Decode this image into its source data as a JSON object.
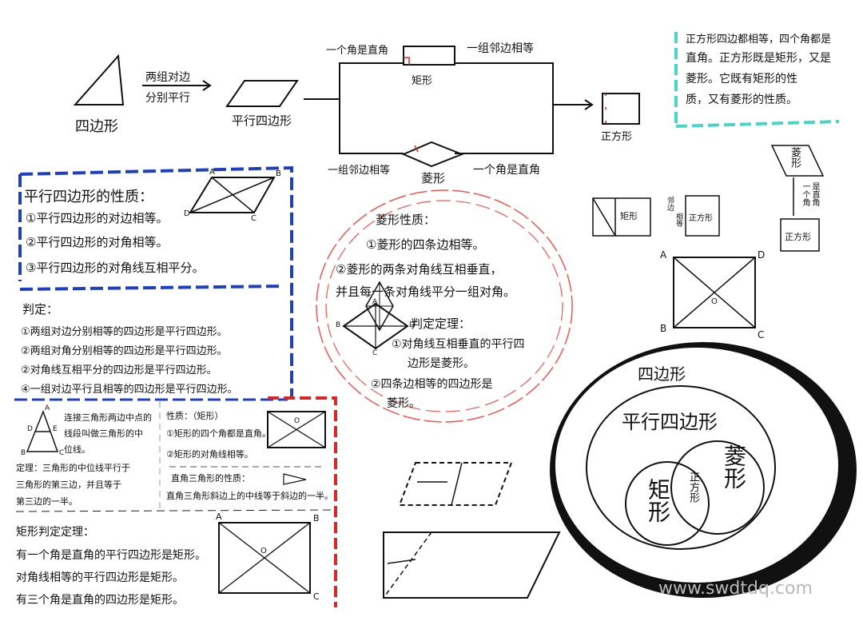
{
  "watermark": "www.swdtdq.com",
  "colors": {
    "blue": "#1f3fc2",
    "cyan": "#48d6c8",
    "red": "#e02424",
    "ink": "#111111"
  },
  "flow": {
    "quadrilateral": "四边形",
    "arrow1_line1": "两组对边",
    "arrow1_line2": "分别平行",
    "parallelogram": "平行四边形",
    "top_condition": "一个角是直角",
    "rectangle": "矩形",
    "top_right_condition": "一组邻边相等",
    "bottom_condition": "一组邻边相等",
    "rhombus": "菱形",
    "bottom_right_condition": "一个角是直角",
    "square": "正方形"
  },
  "square_note": {
    "line1": "正方形四边都相等，四个角都是",
    "line2": "直角。正方形既是矩形，又是",
    "line3": "菱形。它既有矩形的性",
    "line4": "质，又有菱形的性质。"
  },
  "right_mini": {
    "rhombus_label": "菱形",
    "corner_condition_a": "一个角",
    "corner_condition_b": "是直角",
    "square_label": "正方形",
    "rect_label": "矩形",
    "adjacent_a": "邻边",
    "adjacent_b": "相等",
    "square_label2": "正方形",
    "label_A": "A",
    "label_D": "D",
    "label_B": "B",
    "label_C": "C",
    "label_O": "O"
  },
  "parallelogram_props": {
    "title": "平行四边形的性质：",
    "item1": "①平行四边形的对边相等。",
    "item2": "②平行四边形的对角相等。",
    "item3": "③平行四边形的对角线互相平分。",
    "label_A": "A",
    "label_B": "B",
    "label_C": "C",
    "label_D": "D"
  },
  "parallelogram_judge": {
    "title": "判定：",
    "item1": "①两组对边分别相等的四边形是平行四边形。",
    "item2": "②两组对角分别相等的四边形是平行四边形。",
    "item3": "②对角线互相平分的四边形是平行四边形。",
    "item4": "④一组对边平行且相等的四边形是平行四边形。"
  },
  "midline": {
    "desc1": "连接三角形两边中点的",
    "desc2": "线段叫做三角形的中",
    "desc3": "位线。",
    "theorem1": "定理：三角形的中位线平行于",
    "theorem2": "三角形的第三边，并且等于",
    "theorem3": "第三边的一半。",
    "label_A": "A",
    "label_D": "D",
    "label_E": "E",
    "label_B": "B",
    "label_C": "C"
  },
  "rect_props": {
    "title": "性质：（矩形）",
    "item1": "①矩形的四个角都是直角。",
    "item2": "②矩形的对角线相等。",
    "right_tri_title": "直角三角形的性质：",
    "right_tri_item": "直角三角形斜边上的中线等于斜边的一半。",
    "label_O": "O"
  },
  "rect_judge": {
    "title": "矩形判定定理：",
    "item1": "有一个角是直角的平行四边形是矩形。",
    "item2": "对角线相等的平行四边形是矩形。",
    "item3": "有三个角是直角的四边形是矩形。",
    "label_A": "A",
    "label_B": "B",
    "label_C": "C",
    "label_O": "O"
  },
  "rhombus_props": {
    "title": "菱形性质：",
    "item1": "①菱形的四条边相等。",
    "item2a": "②菱形的两条对角线互相垂直，",
    "item2b": "并且每一条对角线平分一组对角。",
    "judge_title": "判定定理：",
    "judge1a": "①对角线互相垂直的平行四",
    "judge1b": "边形是菱形。",
    "judge2a": "②四条边相等的四边形是",
    "judge2b": "菱形。",
    "label_A": "A",
    "label_B": "B",
    "label_C": "C",
    "label_D": "D"
  },
  "venn": {
    "outer": "四边形",
    "middle": "平行四边形",
    "left": "矩形",
    "right": "菱形",
    "overlap": "正方形"
  }
}
